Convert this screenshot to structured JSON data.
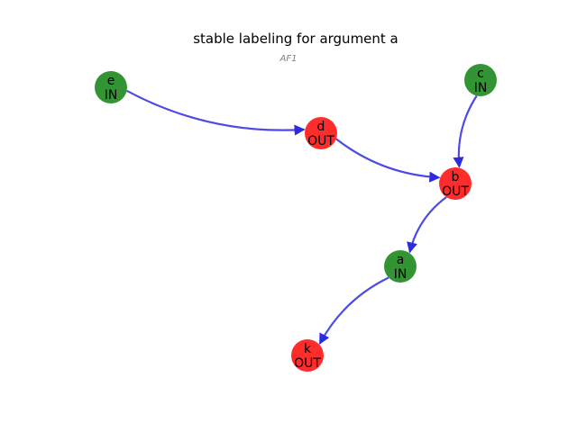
{
  "title": "stable labeling for argument a",
  "subtitle": "AF1",
  "colors": {
    "in": "#228b22",
    "out": "#ff1a1a",
    "edge": "#2b2bdf"
  },
  "nodes": [
    {
      "id": "e",
      "label": "e",
      "status": "IN"
    },
    {
      "id": "c",
      "label": "c",
      "status": "IN"
    },
    {
      "id": "d",
      "label": "d",
      "status": "OUT"
    },
    {
      "id": "b",
      "label": "b",
      "status": "OUT"
    },
    {
      "id": "a",
      "label": "a",
      "status": "IN"
    },
    {
      "id": "k",
      "label": "k",
      "status": "OUT"
    }
  ],
  "edges": [
    {
      "from": "e",
      "to": "d"
    },
    {
      "from": "d",
      "to": "b"
    },
    {
      "from": "c",
      "to": "b"
    },
    {
      "from": "b",
      "to": "a"
    },
    {
      "from": "a",
      "to": "k"
    }
  ]
}
